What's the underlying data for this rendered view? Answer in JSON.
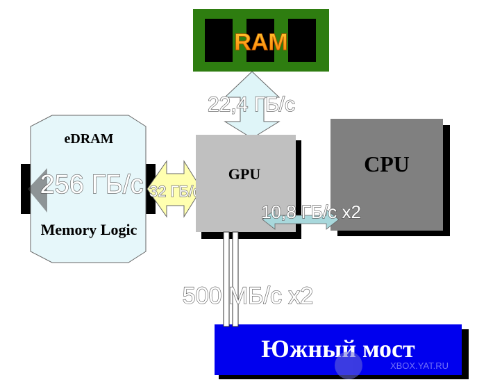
{
  "ram": {
    "label": "RAM",
    "color_outer": "#2e7d10",
    "color_inner": "#000000",
    "text_color": "#ff9a00"
  },
  "edram": {
    "title": "eDRAM",
    "bandwidth": "256 ГБ/с",
    "subtitle": "Memory Logic"
  },
  "links": {
    "ram_gpu": "22,4 ГБ/с",
    "edram_gpu": "32 ГБ/с",
    "gpu_cpu": "10,8 ГБ/с x2",
    "gpu_southbridge": "500 МБ/с x2"
  },
  "gpu": {
    "label": "GPU"
  },
  "cpu": {
    "label": "CPU"
  },
  "southbridge": {
    "label": "Южный мост",
    "color": "#0000ee"
  },
  "watermark": "XBOX.YAT.RU"
}
